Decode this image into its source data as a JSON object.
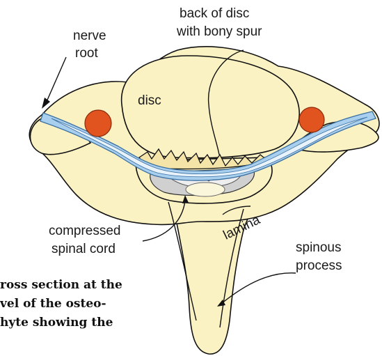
{
  "labels": {
    "nerve_root": [
      "nerve",
      "root"
    ],
    "back_of_disc": [
      "back of disc",
      "with bony spur"
    ],
    "disc": "disc",
    "compressed_cord": [
      "compressed",
      "spinal cord"
    ],
    "lamina": "lamina",
    "spinous_process": [
      "spinous",
      "process"
    ]
  },
  "caption": [
    "ross section at the",
    "vel of the osteo-",
    "hyte showing the"
  ],
  "colors": {
    "bone": "#fbf2c4",
    "nerve_sheath": "#a9cfee",
    "nerve_root_red": "#e2541f",
    "cord_grey": "#c8c8c8",
    "spur_orange": "#e8a64a"
  }
}
